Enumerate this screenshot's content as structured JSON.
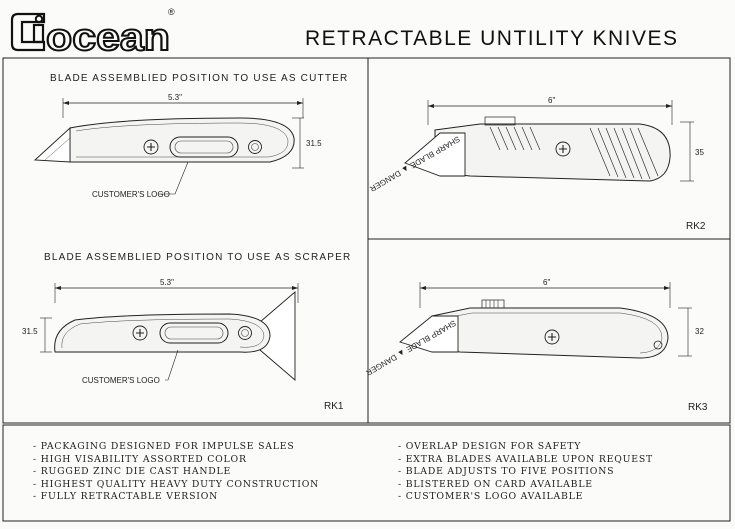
{
  "brand": {
    "logo_text": "ocean",
    "registered_mark": "®"
  },
  "title": "RETRACTABLE UNTILITY KNIVES",
  "panels": {
    "rk1": {
      "code": "RK1",
      "cutter": {
        "caption": "BLADE ASSEMBLIED POSITION TO USE AS CUTTER",
        "length_dim": "5.3\"",
        "height_dim": "31.5",
        "logo_note": "CUSTOMER'S LOGO"
      },
      "scraper": {
        "caption": "BLADE ASSEMBLIED POSITION TO USE AS SCRAPER",
        "length_dim": "5.3\"",
        "height_dim": "31.5",
        "logo_note": "CUSTOMER'S LOGO"
      }
    },
    "rk2": {
      "code": "RK2",
      "length_dim": "6\"",
      "height_dim": "35",
      "blade_text": "SHARP BLADE ▲ DANGER"
    },
    "rk3": {
      "code": "RK3",
      "length_dim": "6\"",
      "height_dim": "32",
      "blade_text": "SHARP BLADE ▲ DANGER"
    }
  },
  "features_left": [
    "- PACKAGING DESIGNED FOR IMPULSE SALES",
    "- HIGH VISABILITY ASSORTED COLOR",
    "- RUGGED ZINC DIE CAST HANDLE",
    "- HIGHEST QUALITY HEAVY DUTY CONSTRUCTION",
    "- FULLY RETRACTABLE VERSION"
  ],
  "features_right": [
    "- OVERLAP DESIGN FOR SAFETY",
    "- EXTRA BLADES AVAILABLE UPON REQUEST",
    "- BLADE ADJUSTS TO FIVE POSITIONS",
    "- BLISTERED ON CARD AVAILABLE",
    "- CUSTOMER'S LOGO AVAILABLE"
  ]
}
